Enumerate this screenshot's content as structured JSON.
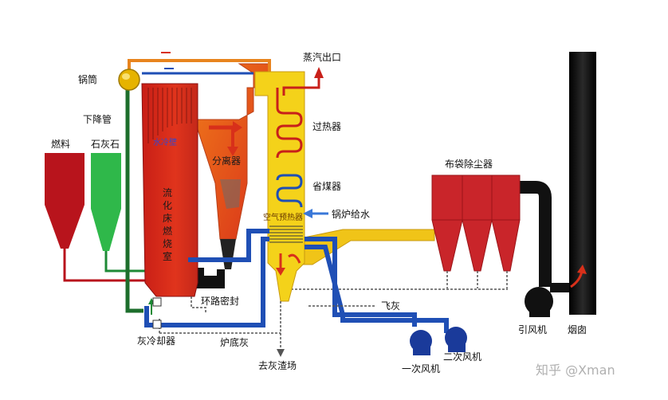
{
  "labels": {
    "drum": "锅筒",
    "downcomer": "下降管",
    "fuel": "燃料",
    "limestone": "石灰石",
    "water_wall": "水冷壁",
    "separator": "分离器",
    "furnace": [
      "流",
      "化",
      "床",
      "燃",
      "烧",
      "室"
    ],
    "steam_outlet": "蒸汽出口",
    "superheater": "过热器",
    "economizer": "省煤器",
    "air_preheater": "空气预热器",
    "feed_water": "锅炉给水",
    "baghouse": "布袋除尘器",
    "fly_ash": "飞灰",
    "loop_seal": "环路密封",
    "ash_cooler": "灰冷却器",
    "bottom_ash": "炉底灰",
    "ash_yard": "去灰渣场",
    "primary_fan": "一次风机",
    "secondary_fan": "二次风机",
    "induced_fan": "引风机",
    "chimney": "烟囱"
  },
  "watermark": "知乎 @Xman",
  "colors": {
    "furnace_red": "#d9261c",
    "flue_yellow": "#f4d21a",
    "fuel_red": "#b8141c",
    "limestone_green": "#2fb84a",
    "water_blue": "#1f4fb5",
    "pipe_green": "#1d8a36",
    "chimney_black": "#141414",
    "orange_pipe": "#e8841e"
  }
}
